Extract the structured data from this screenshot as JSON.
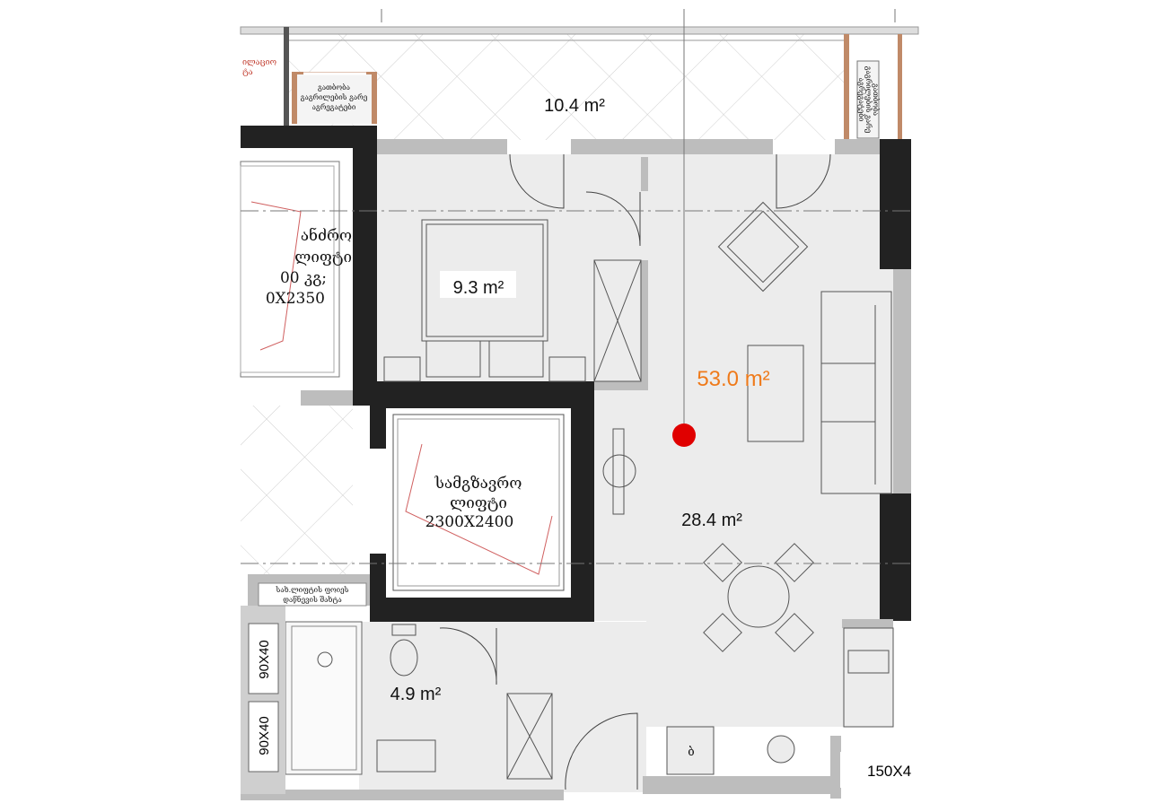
{
  "plan": {
    "balcony_area": "10.4 m²",
    "bedroom_area": "9.3 m²",
    "total_area": "53.0 m²",
    "living_area": "28.4 m²",
    "bathroom_area": "4.9 m²",
    "ventilation_label_line1": "ილაციო",
    "ventilation_label_line2": "ტა",
    "ac_units_left": [
      "გათბობა",
      "გაგრილების გარე",
      "აგრეგატები"
    ],
    "ac_units_right": [
      "გათბობა",
      "გაგრილების გარე",
      "აგრეგატები"
    ],
    "fire_elevator": [
      "ანძრო",
      "ლიფტი",
      "00  კგ;",
      "0X2350"
    ],
    "passenger_elevator": [
      "სამგზავრო",
      "ლიფტი",
      "2300X2400"
    ],
    "pressurization_shaft": [
      "სახ.ლიფტის ფოიეს",
      "დაწნევის შახტა"
    ],
    "shaft_size_1": "90X40",
    "shaft_size_2": "90X40",
    "bottom_right_size": "150X4",
    "appliance_label": "ბ"
  },
  "colors": {
    "wall": "#222222",
    "floor": "#ececec",
    "total_area_accent": "#ef7a1a",
    "marker": "#e00000",
    "ac_frame": "#c08a68",
    "red_text": "#c0392b"
  }
}
